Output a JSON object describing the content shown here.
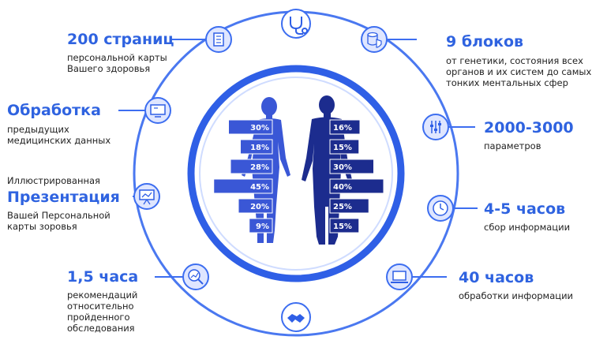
{
  "colors": {
    "accent": "#3d6ef0",
    "dark_blue": "#1c2c8e",
    "mid_blue": "#3a57d6",
    "light_blue": "#dfe6ff",
    "ring": "#4a78f0"
  },
  "left": {
    "pages": {
      "title": "200 страниц",
      "desc": [
        "персональной карты",
        "Вашего здоровья"
      ]
    },
    "processing": {
      "title": "Обработка",
      "desc": [
        "предыдущих",
        "медицинских данных"
      ]
    },
    "presentation": {
      "pre": "Иллюстрированная",
      "title": "Презентация",
      "desc": [
        "Вашей Персональной",
        "карты зоровья"
      ]
    },
    "hours15": {
      "title": "1,5 часа",
      "desc": [
        "рекомендаций",
        "относительно",
        "пройденного",
        "обследования"
      ]
    }
  },
  "right": {
    "blocks": {
      "title": "9 блоков",
      "desc": [
        "от генетики, состояния всех",
        "органов и их систем до самых",
        "тонких ментальных сфер"
      ]
    },
    "params": {
      "title": "2000-3000",
      "desc": [
        "параметров"
      ]
    },
    "hours45": {
      "title": "4-5 часов",
      "desc": [
        "сбор информации"
      ]
    },
    "hours40": {
      "title": "40 часов",
      "desc": [
        "обработки информации"
      ]
    }
  },
  "icons": {
    "top": "stethoscope-icon",
    "pages": "document-icon",
    "blocks": "database-shield-icon",
    "processing": "monitor-icon",
    "params": "sliders-icon",
    "presentation": "presentation-board-icon",
    "hours45": "clock-icon",
    "hours15": "magnifier-chart-icon",
    "hours40": "laptop-icon",
    "bottom": "handshake-icon"
  },
  "bars": {
    "female": [
      "30%",
      "18%",
      "28%",
      "45%",
      "20%",
      "9%"
    ],
    "male": [
      "16%",
      "15%",
      "30%",
      "40%",
      "25%",
      "15%"
    ]
  }
}
